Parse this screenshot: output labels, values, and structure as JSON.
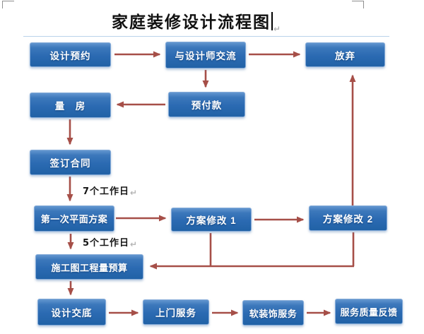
{
  "document": {
    "title": "家庭装修设计流程图",
    "paragraph_mark": "↵"
  },
  "flowchart": {
    "boxes": [
      {
        "id": "design-appointment",
        "label": "设计预约"
      },
      {
        "id": "talk-with-designer",
        "label": "与设计师交流"
      },
      {
        "id": "give-up",
        "label": "放弃"
      },
      {
        "id": "advance-payment",
        "label": "预付款"
      },
      {
        "id": "measure-room",
        "label": "量　房"
      },
      {
        "id": "sign-contract",
        "label": "签订合同"
      },
      {
        "id": "first-floor-plan",
        "label": "第一次平面方案"
      },
      {
        "id": "plan-revision-1",
        "label": "方案修改 1"
      },
      {
        "id": "plan-revision-2",
        "label": "方案修改 2"
      },
      {
        "id": "construction-budget",
        "label": "施工图工程量预算"
      },
      {
        "id": "design-disclosure",
        "label": "设计交底"
      },
      {
        "id": "door-to-door-service",
        "label": "上门服务"
      },
      {
        "id": "soft-decoration-service",
        "label": "软装饰服务"
      },
      {
        "id": "service-quality-feedback",
        "label": "服务质量反馈"
      }
    ],
    "labels": {
      "seven_days": "7个工作日",
      "five_days": "5个工作日"
    },
    "colors": {
      "box_top": "#6396cf",
      "box_mid": "#2b6ab2",
      "box_bottom": "#2162a6",
      "box_border": "#85abd8",
      "arrow": "#a64f48",
      "canvas_line": "#b9d3ea"
    }
  }
}
